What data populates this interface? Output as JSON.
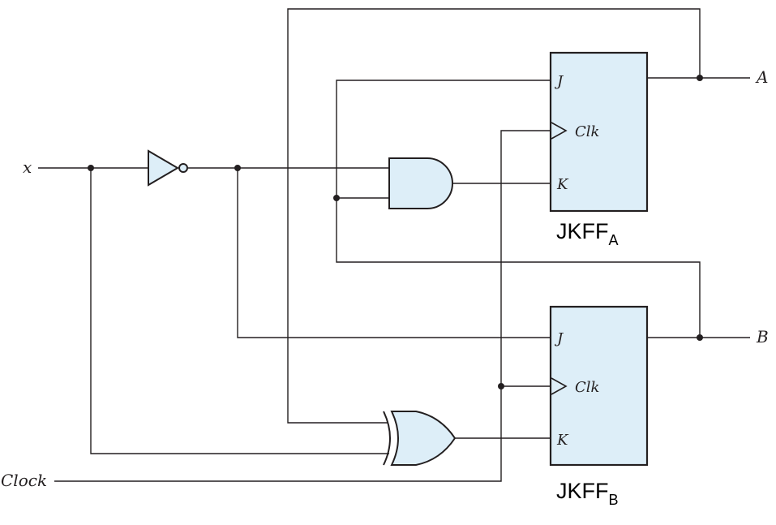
{
  "signals": {
    "input_x": "x",
    "clock": "Clock",
    "output_a": "A",
    "output_b": "B"
  },
  "flip_flops": {
    "ff_a": {
      "name": "JKFF",
      "subscript": "A",
      "pins": {
        "j": "J",
        "clk": "Clk",
        "k": "K"
      }
    },
    "ff_b": {
      "name": "JKFF",
      "subscript": "B",
      "pins": {
        "j": "J",
        "clk": "Clk",
        "k": "K"
      }
    }
  },
  "colors": {
    "component_fill": "#ddeef8",
    "line": "#231f20"
  }
}
